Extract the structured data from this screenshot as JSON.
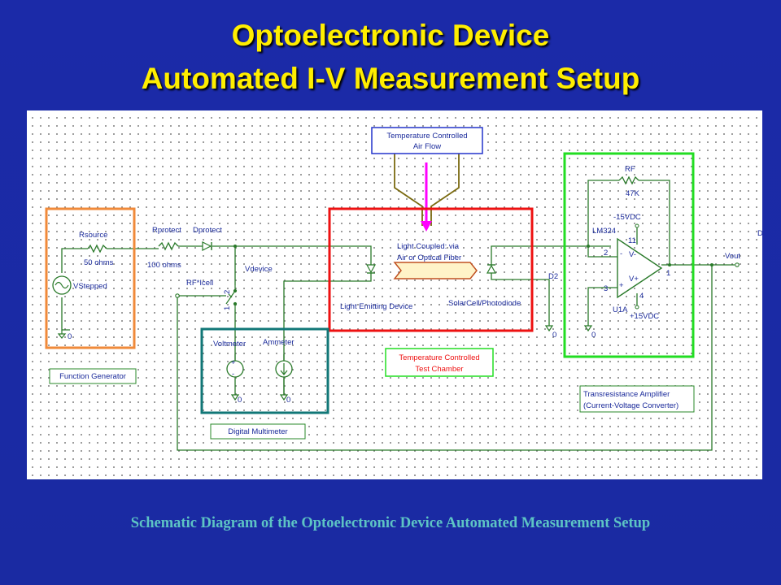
{
  "title": {
    "line1": "Optoelectronic Device",
    "line2": "Automated I-V Measurement Setup"
  },
  "caption": "Schematic Diagram of the Optoelectronic Device Automated Measurement Setup",
  "colors": {
    "background": "#1c2aa6",
    "title": "#ffee00",
    "caption": "#5dc4c4",
    "function_generator_box": "#f08a3a",
    "test_chamber_box": "#ee1111",
    "amplifier_box": "#22dd22",
    "multimeter_box": "#117777",
    "airflow_pipe": "#7a6a10",
    "airflow_arrow": "#ff00ff",
    "wire": "#2a7a2a",
    "label_text": "#1a2a9a"
  },
  "labels": {
    "rsource": "Rsource",
    "rsource_value": "50 ohms",
    "vsource": "VStepped",
    "rprotect": "Rprotect",
    "rprotect_value": "100 ohms",
    "dprotect": "Dprotect",
    "vdevice": "Vdevice",
    "rf_icell": "RF*Icell",
    "switch_pin1": "1",
    "switch_pin2": "2",
    "light_coupled_line1": "Light Coupled: via",
    "light_coupled_line2": "Air or Optical Fiber",
    "light_emitting": "Light Emitting Device",
    "solarcell": "SolarCell/Photodiode",
    "d2": "D2",
    "rf": "RF",
    "rf_value": "47K",
    "neg_supply": "-15VDC",
    "pos_supply": "+15VDC",
    "opamp_part": "LM324",
    "opamp_ref": "U1A",
    "pin11": "11",
    "pin4": "4",
    "pin2": "2",
    "pin3": "3",
    "pin1": "1",
    "vminus": "V-",
    "vplus": "V+",
    "minus_sign": "-",
    "plus_sign": "+",
    "vout": "Vout",
    "voltmeter": "Voltmeter",
    "ammeter": "Ammeter",
    "ground_src": "0",
    "ground_volt": "0",
    "ground_amm": "0",
    "ground_d2": "0",
    "ground_amp": "0",
    "edge_mark": "D"
  },
  "boxes": {
    "airflow_line1": "Temperature Controlled",
    "airflow_line2": "Air Flow",
    "function_generator": "Function Generator",
    "digital_multimeter": "Digital Multimeter",
    "test_chamber_line1": "Temperature Controlled",
    "test_chamber_line2": "Test Chamber",
    "amplifier_line1": "Transresistance Amplifier",
    "amplifier_line2": "(Current-Voltage Converter)"
  }
}
